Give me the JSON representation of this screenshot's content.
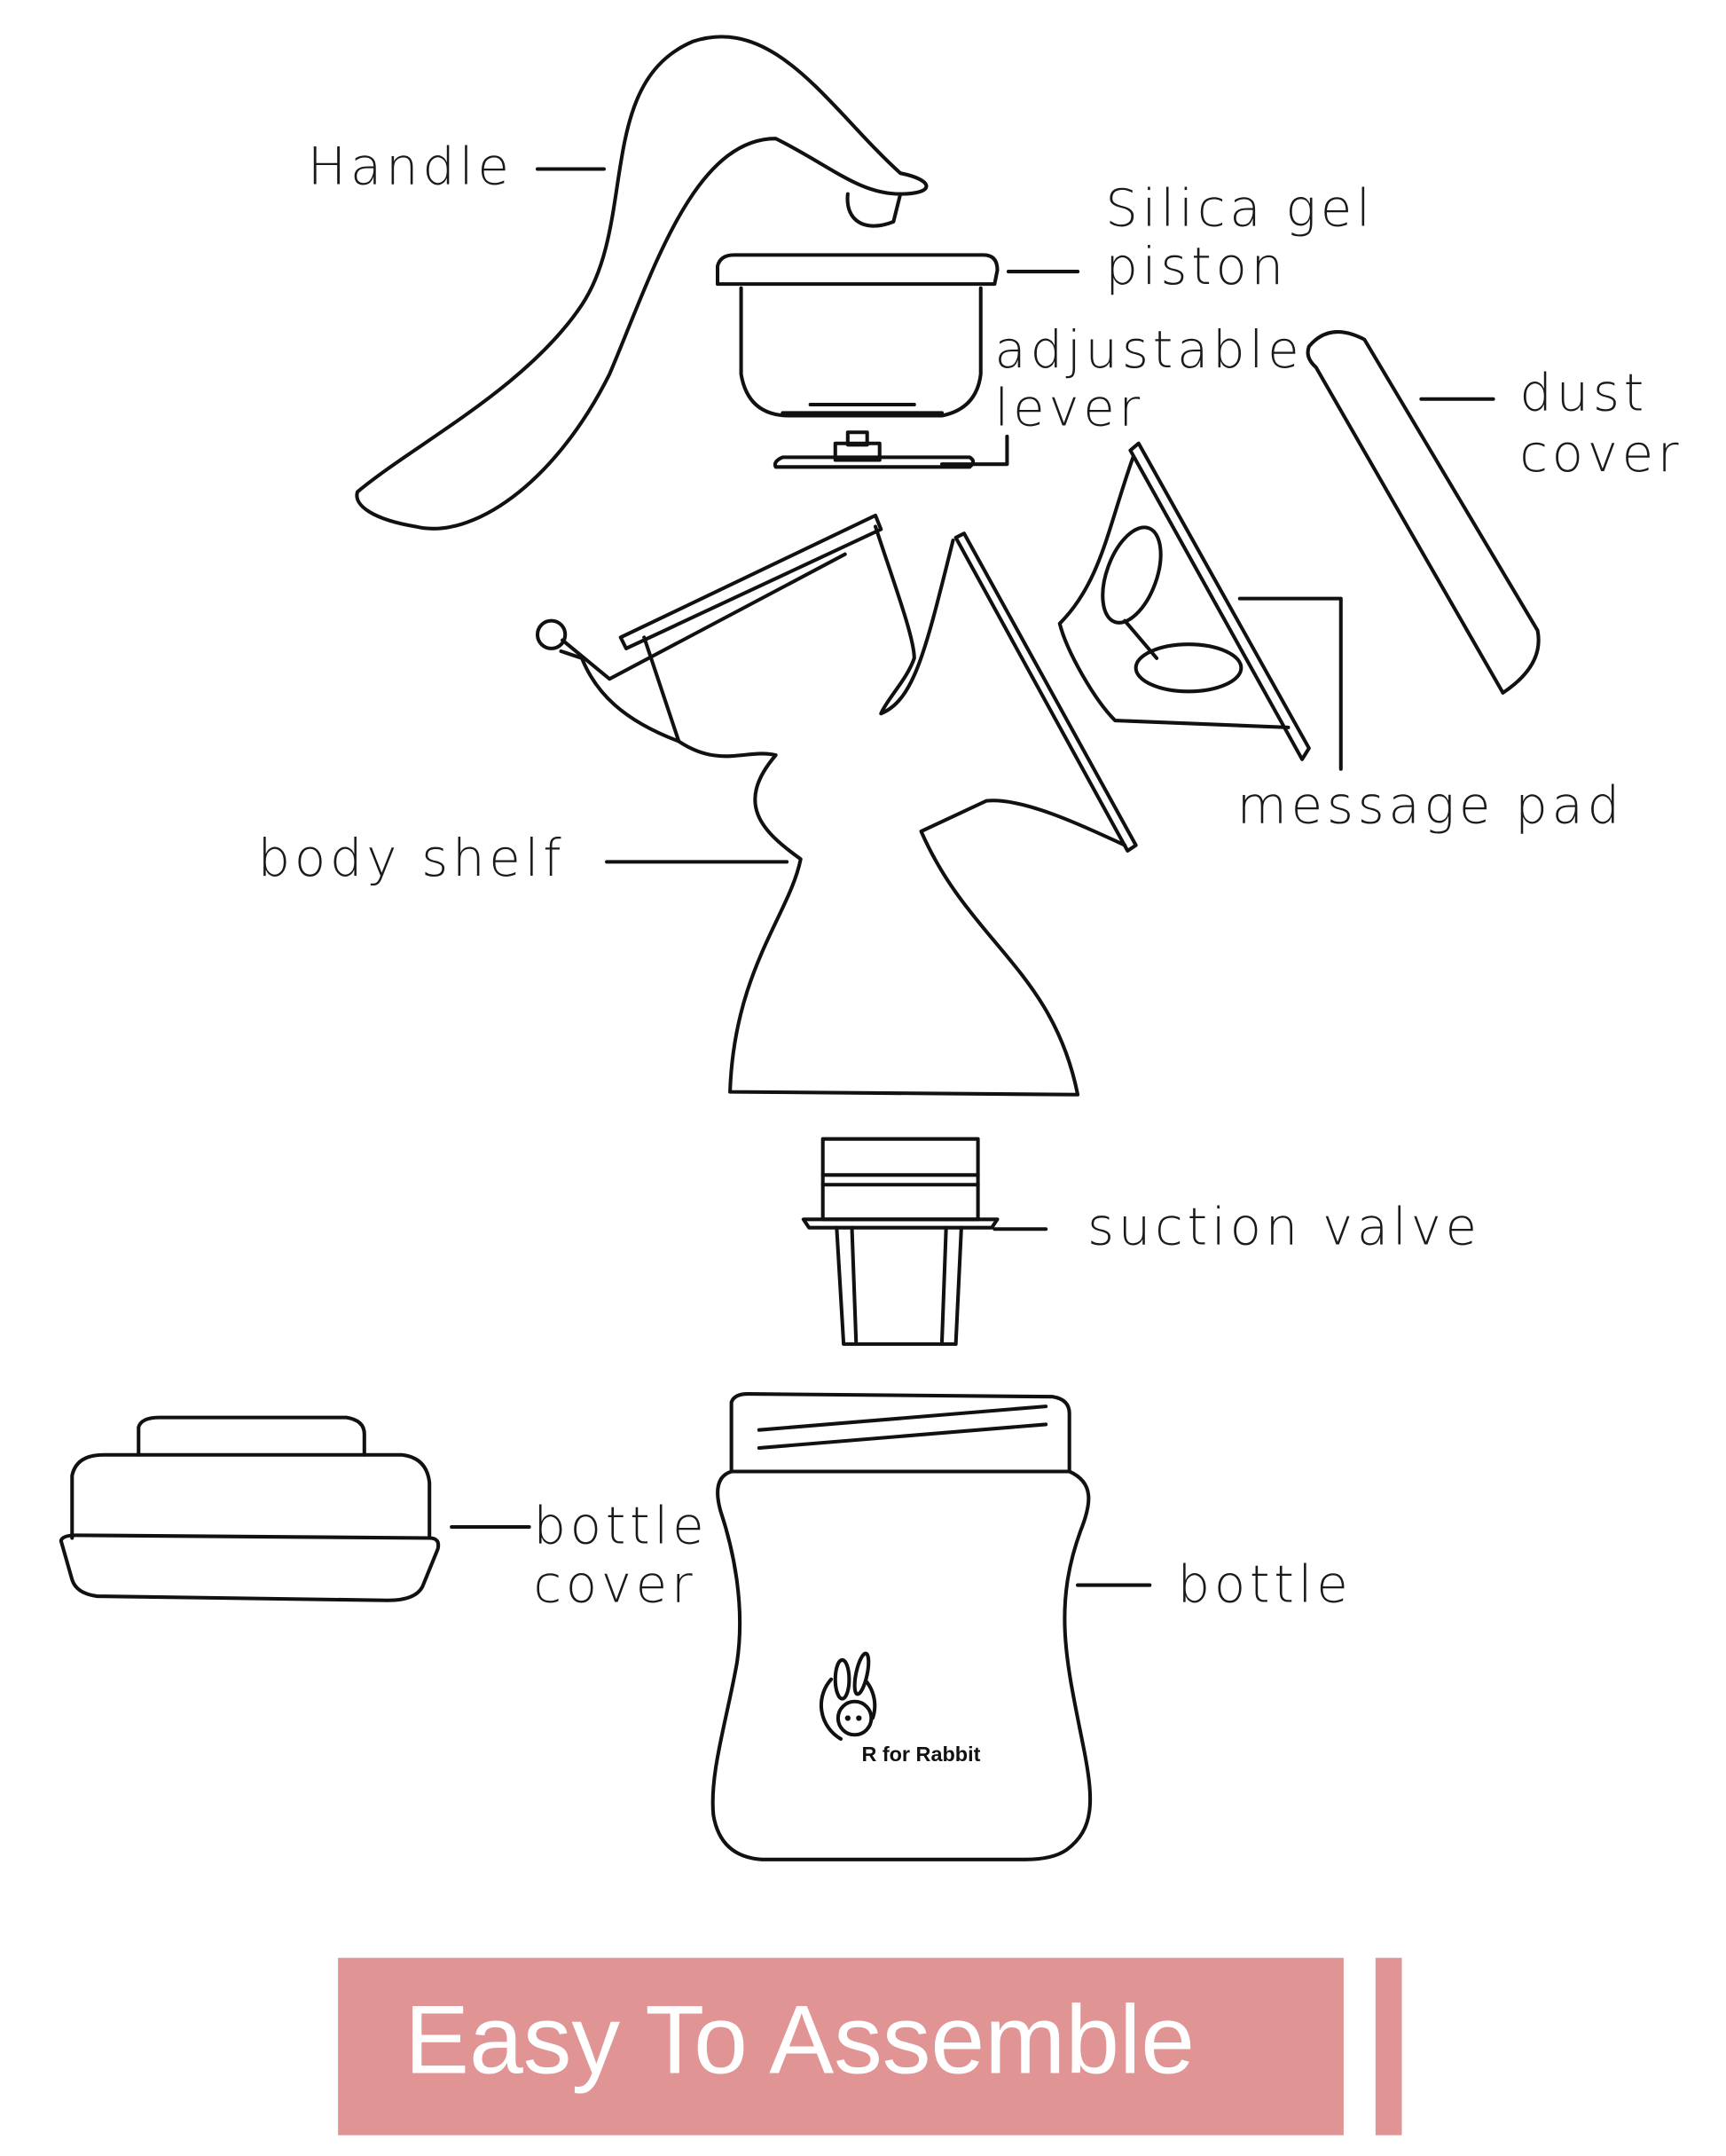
{
  "labels": {
    "handle": "Handle",
    "silica_gel_piston_line1": "Silica gel",
    "silica_gel_piston_line2": "piston",
    "adjustable_lever_line1": "adjustable",
    "adjustable_lever_line2": "lever",
    "dust_cover_line1": "dust",
    "dust_cover_line2": "cover",
    "message_pad": "message pad",
    "body_shelf": "body shelf",
    "suction_valve": "suction valve",
    "bottle_cover_line1": "bottle",
    "bottle_cover_line2": "cover",
    "bottle": "bottle"
  },
  "logo": {
    "text": "R for Rabbit"
  },
  "banner": {
    "title": "Easy To Assemble",
    "color": "#e09494"
  }
}
